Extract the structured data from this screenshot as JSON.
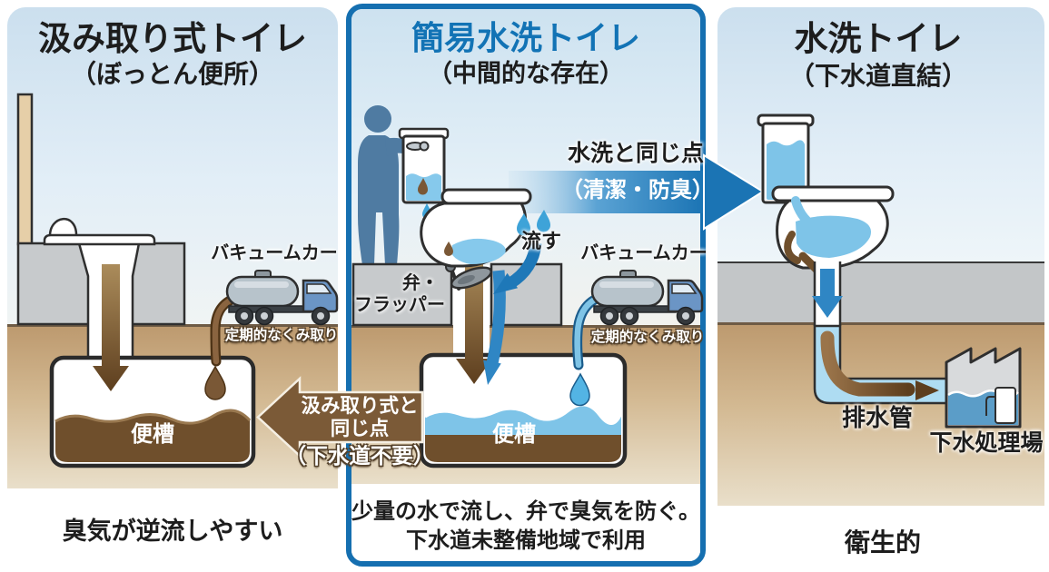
{
  "panels": {
    "left": {
      "title": "汲み取り式トイレ",
      "subtitle": "（ぼっとん便所）",
      "vacuum_truck_label": "バキュームカー",
      "vacuum_truck_note": "定期的なくみ取り",
      "tank_label": "便槽",
      "caption": "臭気が逆流しやすい"
    },
    "middle": {
      "title": "簡易水洗トイレ",
      "subtitle": "（中間的な存在）",
      "flush_label": "流す",
      "valve_label_line1": "弁・",
      "valve_label_line2": "フラッパー",
      "vacuum_truck_label": "バキュームカー",
      "vacuum_truck_note": "定期的なくみ取り",
      "tank_label": "便槽",
      "caption_line1": "少量の水で流し、弁で臭気を防ぐ。",
      "caption_line2": "下水道未整備地域で利用"
    },
    "right": {
      "title": "水洗トイレ",
      "subtitle": "（下水道直結）",
      "drain_pipe_label": "排水管",
      "treatment_plant_label": "下水処理場",
      "caption": "衛生的"
    }
  },
  "callouts": {
    "same_as_pit_line1": "汲み取り式と",
    "same_as_pit_line2": "同じ点",
    "same_as_pit_note": "（下水道不要）",
    "same_as_flush_title": "水洗と同じ点",
    "same_as_flush_note": "（清潔・防臭）"
  },
  "colors": {
    "title_blue": "#1273b5",
    "frame_blue": "#156fb0",
    "arrow_blue": "#1b74b4",
    "water_blue": "#7ec4e8",
    "arrow_brown": "#7b5a37",
    "sludge_brown": "#6f4f2c",
    "ground_tan": "#c9a87e",
    "sky_blue": "#cde2f0"
  }
}
